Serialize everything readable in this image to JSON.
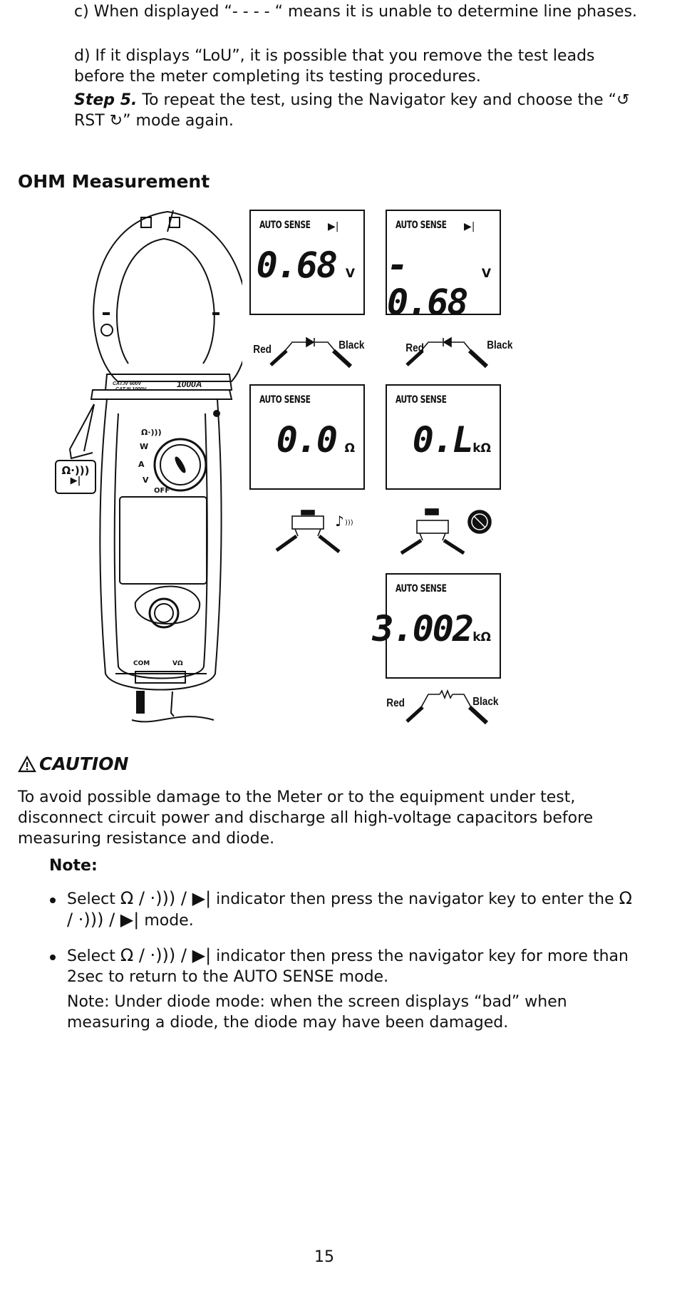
{
  "intro": {
    "line_c": "c) When displayed “- - - - “ means it is unable to determine line phases.",
    "line_d": "d) If it displays “LoU”, it is possible that you remove the test leads before the meter completing its testing procedures.",
    "step5_label": "Step 5.",
    "step5_text": " To repeat the test, using the Navigator key and choose the “↺ RST ↻” mode again."
  },
  "section_title": "OHM Measurement",
  "figure": {
    "meter": {
      "rating_1": "CAT.IV 600V",
      "rating_2": "CAT.III 1000V",
      "clamp_rating": "1000A",
      "dial_labels": [
        "Ω·)))",
        "W",
        "A",
        "V",
        "OFF"
      ],
      "terminal_com": "COM",
      "terminal_v": "VΩ"
    },
    "callout_symbol": "Ω·)))",
    "lcds": [
      {
        "label": "AUTO SENSE",
        "icon": "▶|",
        "value": "0.68",
        "unit": "V"
      },
      {
        "label": "AUTO SENSE",
        "icon": "▶|",
        "value": "- 0.68",
        "unit": "V"
      },
      {
        "label": "AUTO SENSE",
        "icon": "",
        "value": "0.0",
        "unit": "Ω"
      },
      {
        "label": "AUTO SENSE",
        "icon": "",
        "value": "0.L",
        "unit": "kΩ"
      },
      {
        "label": "AUTO SENSE",
        "icon": "",
        "value": "3.002",
        "unit": "kΩ"
      }
    ],
    "probe_labels": {
      "red": "Red",
      "black": "Black"
    }
  },
  "caution": {
    "title": "CAUTION",
    "body": "To avoid possible damage to the Meter or to the equipment under test, disconnect circuit power and discharge all high-voltage capacitors before measuring resistance and diode."
  },
  "notes": {
    "heading": "Note:",
    "bullet1_pre": "Select ",
    "bullet1_sym": "Ω / ·))) / ▶|",
    "bullet1_mid": " indicator then press the navigator key to enter the ",
    "bullet1_sym2": "Ω / ·))) / ▶|",
    "bullet1_post": " mode.",
    "bullet2_pre": "Select ",
    "bullet2_sym": "Ω / ·))) / ▶|",
    "bullet2_post": " indicator then press the navigator key for more than 2sec to return to the AUTO SENSE mode.",
    "diode_note": "Note: Under diode mode: when the screen displays “bad” when measuring a diode, the diode may have been damaged."
  },
  "page_number": "15"
}
